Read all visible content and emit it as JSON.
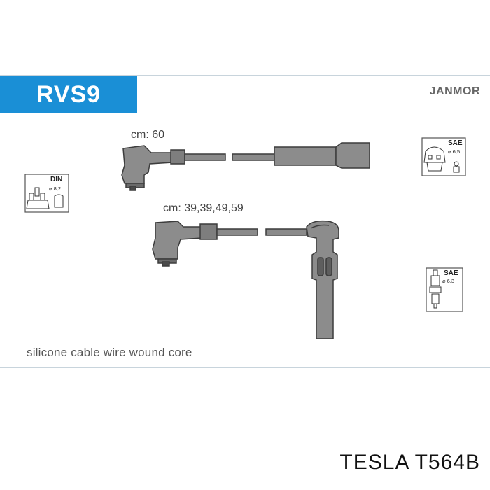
{
  "header": {
    "part_code": "RVS9",
    "brand": "JANMOR"
  },
  "cables": [
    {
      "length_label": "cm: 60"
    },
    {
      "length_label": "cm: 39,39,49,59"
    }
  ],
  "icons": {
    "distributor_left": {
      "standard": "DIN",
      "diameter": "⌀ 8,2"
    },
    "distributor_right": {
      "standard": "SAE",
      "diameter": "⌀ 6,5"
    },
    "spark_plug_right": {
      "standard": "SAE",
      "diameter": "⌀ 6,3"
    }
  },
  "description": "silicone cable wire wound core",
  "footer": {
    "brand": "TESLA",
    "part_number": "T564B"
  },
  "colors": {
    "badge": "#1a8fd6",
    "cable_fill": "#8a8a8a",
    "cable_dark": "#4a4a4a"
  }
}
